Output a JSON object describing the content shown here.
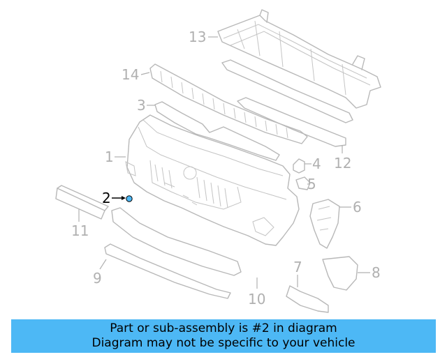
{
  "callouts": [
    {
      "id": "13",
      "label": "13"
    },
    {
      "id": "14",
      "label": "14"
    },
    {
      "id": "3",
      "label": "3"
    },
    {
      "id": "1",
      "label": "1"
    },
    {
      "id": "2",
      "label": "2",
      "highlighted": true
    },
    {
      "id": "4",
      "label": "4"
    },
    {
      "id": "5",
      "label": "5"
    },
    {
      "id": "6",
      "label": "6"
    },
    {
      "id": "11",
      "label": "11"
    },
    {
      "id": "12",
      "label": "12"
    },
    {
      "id": "7",
      "label": "7"
    },
    {
      "id": "8",
      "label": "8"
    },
    {
      "id": "9",
      "label": "9"
    },
    {
      "id": "10",
      "label": "10"
    }
  ],
  "colors": {
    "highlight_part": "#4db8f5",
    "banner_bg": "#4db8f5",
    "line_art": "#b8b8b8"
  },
  "banner": {
    "line1": "Part or sub-assembly is #2 in diagram",
    "line2": "Diagram may not be specific to your vehicle"
  }
}
